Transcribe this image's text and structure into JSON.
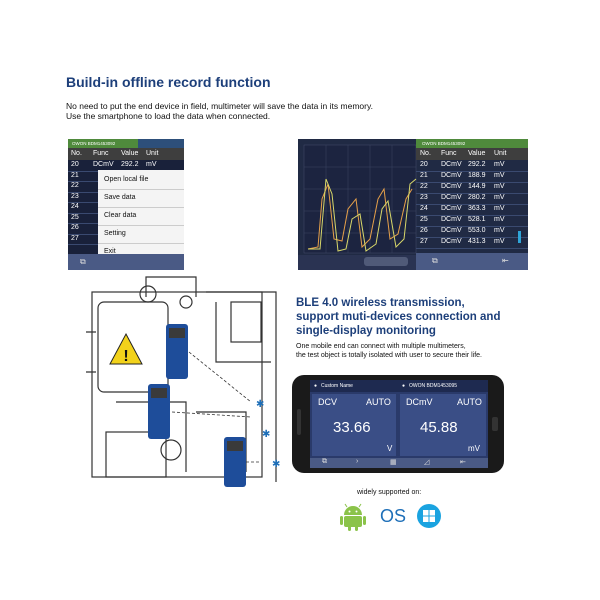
{
  "section1": {
    "title": "Build-in offline record function",
    "desc_line1": "No need to put the end device in field, multimeter will save the data in its memory.",
    "desc_line2": "Use the smartphone to load the data when connected."
  },
  "shot1": {
    "device_id": "OWON BDM1453092",
    "headers": [
      "No.",
      "Func",
      "Value",
      "Unit"
    ],
    "rows": [
      {
        "no": "20",
        "func": "DCmV",
        "value": "292.2",
        "unit": "mV"
      },
      {
        "no": "21",
        "func": "",
        "value": "",
        "unit": ""
      },
      {
        "no": "22",
        "func": "",
        "value": "",
        "unit": ""
      },
      {
        "no": "23",
        "func": "",
        "value": "",
        "unit": ""
      },
      {
        "no": "24",
        "func": "",
        "value": "",
        "unit": ""
      },
      {
        "no": "25",
        "func": "",
        "value": "",
        "unit": ""
      },
      {
        "no": "26",
        "func": "",
        "value": "",
        "unit": ""
      },
      {
        "no": "27",
        "func": "",
        "value": "",
        "unit": ""
      }
    ],
    "menu": [
      "Open local file",
      "Save data",
      "Clear data",
      "Setting",
      "Exit"
    ]
  },
  "shot2": {
    "device_id": "OWON BDM1453092",
    "headers": [
      "No.",
      "Func",
      "Value",
      "Unit"
    ],
    "rows": [
      {
        "no": "20",
        "func": "DCmV",
        "value": "292.2",
        "unit": "mV"
      },
      {
        "no": "21",
        "func": "DCmV",
        "value": "188.9",
        "unit": "mV"
      },
      {
        "no": "22",
        "func": "DCmV",
        "value": "144.9",
        "unit": "mV"
      },
      {
        "no": "23",
        "func": "DCmV",
        "value": "280.2",
        "unit": "mV"
      },
      {
        "no": "24",
        "func": "DCmV",
        "value": "363.3",
        "unit": "mV"
      },
      {
        "no": "25",
        "func": "DCmV",
        "value": "528.1",
        "unit": "mV"
      },
      {
        "no": "26",
        "func": "DCmV",
        "value": "553.0",
        "unit": "mV"
      },
      {
        "no": "27",
        "func": "DCmV",
        "value": "431.3",
        "unit": "mV"
      }
    ]
  },
  "section2": {
    "title_line1": "BLE 4.0 wireless transmission,",
    "title_line2": "support muti-devices connection and",
    "title_line3": "single-display monitoring",
    "desc_line1": "One mobile end can connect with multiple multimeters,",
    "desc_line2": "the test object is totally isolated with user to secure their life."
  },
  "phone": {
    "left_name": "Custom Name",
    "right_name": "OWON BDM1453095",
    "left_func": "DCV",
    "left_mode": "AUTO",
    "left_value": "33.66",
    "left_unit": "V",
    "right_func": "DCmV",
    "right_mode": "AUTO",
    "right_value": "45.88",
    "right_unit": "mV"
  },
  "support": {
    "label": "widely supported on:",
    "ios_text": "OS"
  },
  "colors": {
    "title_blue": "#1d3f7a",
    "screen_bg": "#2a3a6a",
    "cell_bg": "#3a4e86"
  }
}
